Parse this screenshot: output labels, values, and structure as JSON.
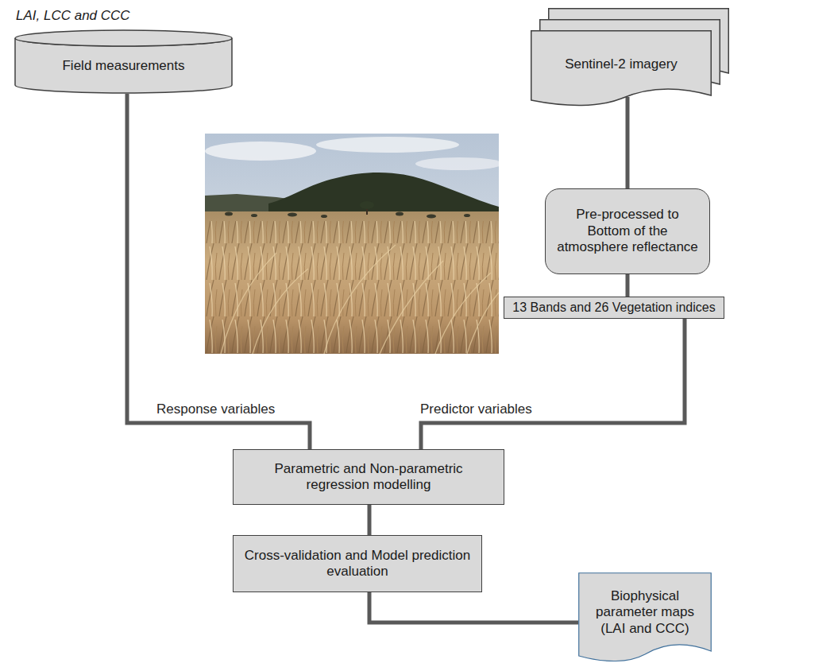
{
  "diagram": {
    "nodes": [
      {
        "text": [
          "LAI, LCC and CCC",
          "Field measurements"
        ]
      },
      {
        "text": [
          "Sentinel-2 imagery"
        ]
      },
      {
        "text": [
          "Pre-processed to Bottom of the atmosphere reflectance"
        ]
      },
      {
        "text": [
          "13 Bands and 26 Vegetation indices"
        ]
      },
      {
        "text": [
          "Parametric and Non-parametric regression modelling"
        ]
      },
      {
        "text": [
          "Cross-validation and Model prediction evaluation"
        ]
      },
      {
        "text": [
          "Biophysical parameter maps (LAI and CCC)"
        ]
      }
    ],
    "edges": [
      {
        "from": 0,
        "to": 4,
        "arrow": "none",
        "label": "Response variables"
      },
      {
        "from": 1,
        "to": 2,
        "arrow": "none"
      },
      {
        "from": 2,
        "to": 3,
        "arrow": "none"
      },
      {
        "from": 3,
        "to": 4,
        "arrow": "none",
        "label": "Predictor variables"
      },
      {
        "from": 4,
        "to": 5,
        "arrow": "none"
      },
      {
        "from": 5,
        "to": 6,
        "arrow": "none"
      }
    ]
  }
}
